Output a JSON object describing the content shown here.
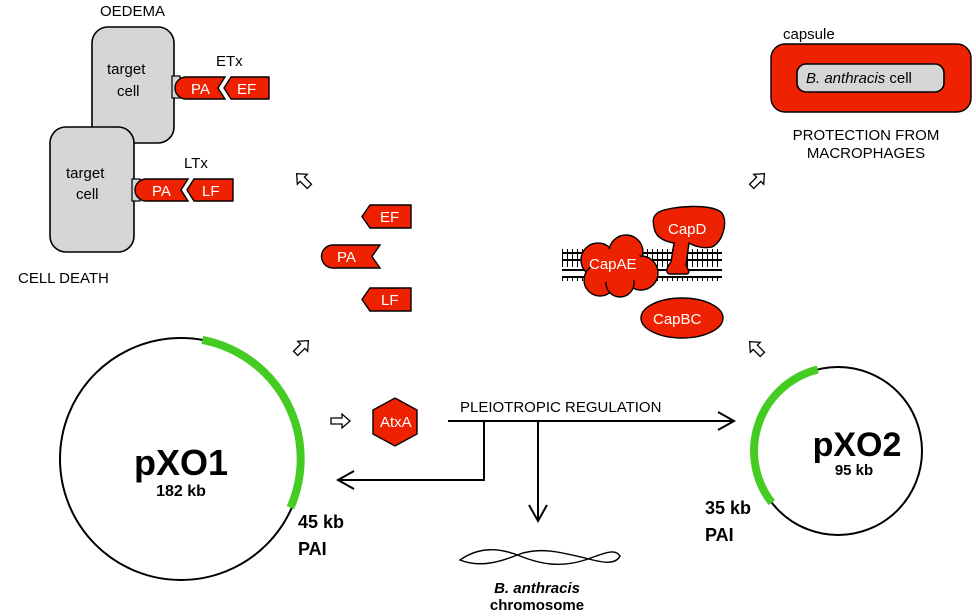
{
  "labels": {
    "oedema": "OEDEMA",
    "cell_death": "CELL DEATH",
    "target_cell_top": [
      "target",
      "cell"
    ],
    "target_cell_bottom": [
      "target",
      "cell"
    ],
    "etx": "ETx",
    "ltx": "LTx",
    "pa": "PA",
    "ef": "EF",
    "lf": "LF",
    "capsule": "capsule",
    "b_anthracis": "B. anthracis",
    "cell_word": " cell",
    "protection_line1": "PROTECTION FROM",
    "protection_line2": "MACROPHAGES",
    "capd": "CapD",
    "capae": "CapAE",
    "capbc": "CapBC",
    "atxa": "AtxA",
    "pleiotropic": "PLEIOTROPIC REGULATION",
    "pxo1": "pXO1",
    "pxo1_size": "182 kb",
    "pxo2": "pXO2",
    "pxo2_size": "95 kb",
    "pai_left_kb": "45 kb",
    "pai_left": "PAI",
    "pai_right_kb": "35 kb",
    "pai_right": "PAI",
    "chromosome_line1": "B. anthracis",
    "chromosome_line2": "chromosome"
  },
  "colors": {
    "toxin_red": "#ee2200",
    "pai_green": "#44cc22",
    "cell_gray": "#d6d6d6"
  }
}
